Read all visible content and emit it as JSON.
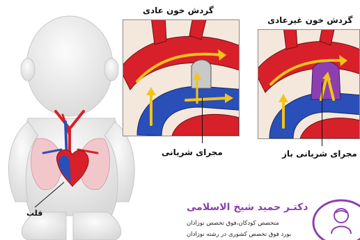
{
  "panels": {
    "normal": {
      "title": "گردش خون عادی",
      "callout": "مجرای شریانی"
    },
    "abnormal": {
      "title": "گردش خون غیرعادی",
      "callout": "مجرای شریانی باز"
    }
  },
  "baby": {
    "heart_label": "قلب"
  },
  "signature": {
    "name": "دکتـر حمید شیخ الاسلامی",
    "line1": "متخصص کودکان،فوق تخصص نوزادان",
    "line2": "بورد فوق تخصص کشوری در رشته نوزادان"
  },
  "colors": {
    "artery_red": "#d8202a",
    "vein_blue": "#2a4fb8",
    "flow_yellow": "#f2c418",
    "mixed_purple": "#8d3fb0",
    "skin": "#ececec",
    "lung_pink": "#f2c7cc"
  }
}
